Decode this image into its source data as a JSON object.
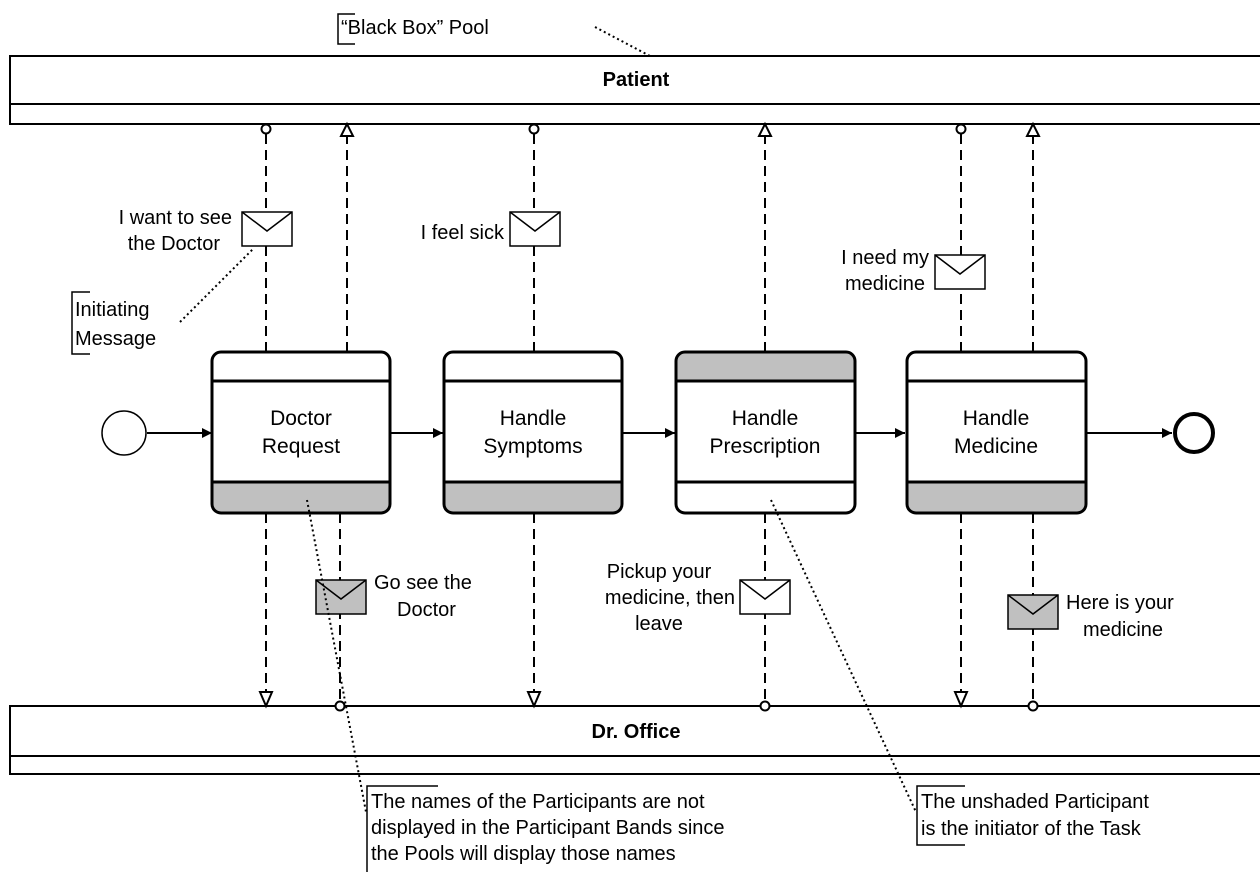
{
  "pools": {
    "top": "Patient",
    "bottom": "Dr. Office"
  },
  "tasks": [
    {
      "line1": "Doctor",
      "line2": "Request",
      "initiator": "top"
    },
    {
      "line1": "Handle",
      "line2": "Symptoms",
      "initiator": "top"
    },
    {
      "line1": "Handle",
      "line2": "Prescription",
      "initiator": "bottom"
    },
    {
      "line1": "Handle",
      "line2": "Medicine",
      "initiator": "top"
    }
  ],
  "messages": {
    "m1": {
      "line1": "I want to see",
      "line2": "the Doctor",
      "shaded": false
    },
    "m2": {
      "line1": "Go see the",
      "line2": "Doctor",
      "shaded": true
    },
    "m3": {
      "line1": "I feel sick",
      "shaded": false
    },
    "m4": {
      "line1": "Pickup your",
      "line2": "medicine, then",
      "line3": "leave",
      "shaded": false
    },
    "m5": {
      "line1": "I need my",
      "line2": "medicine",
      "shaded": false
    },
    "m6": {
      "line1": "Here is your",
      "line2": "medicine",
      "shaded": true
    }
  },
  "annotations": {
    "black_box": "“Black Box” Pool",
    "initiating": {
      "line1": "Initiating",
      "line2": "Message"
    },
    "participants": {
      "line1": "The names of the Participants are not",
      "line2": "displayed in the Participant Bands since",
      "line3": "the Pools will display those names"
    },
    "unshaded": {
      "line1": "The unshaded Participant",
      "line2": "is the initiator of the Task"
    }
  },
  "colors": {
    "shaded_band": "#c0c0c0",
    "stroke": "#000000",
    "background": "#ffffff"
  }
}
